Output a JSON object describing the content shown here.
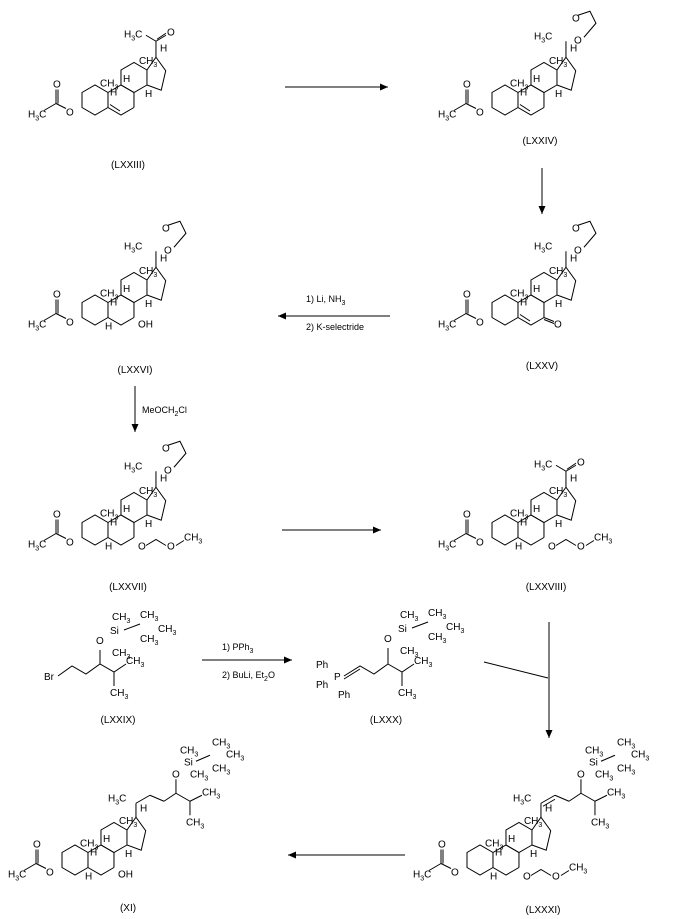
{
  "compounds": {
    "LXXIII": "(LXXIII)",
    "LXXIV": "(LXXIV)",
    "LXXV": "(LXXV)",
    "LXXVI": "(LXXVI)",
    "LXXVII": "(LXXVII)",
    "LXXVIII": "(LXXVIII)",
    "LXXIX": "(LXXIX)",
    "LXXX": "(LXXX)",
    "LXXXI": "(LXXXI)",
    "XI": "(XI)"
  },
  "conditions": {
    "li_nh3": "1) Li, NH",
    "li_nh3_sub": "3",
    "kselectride": "2) K-selectride",
    "meoch2cl_a": "MeOCH",
    "meoch2cl_sub": "2",
    "meoch2cl_b": "Cl",
    "pph3_a": "1) PPh",
    "pph3_sub": "3",
    "buli_a": "2) BuLi, Et",
    "buli_sub": "2",
    "buli_b": "O"
  },
  "atoms": {
    "O": "O",
    "H": "H",
    "OH": "OH",
    "Br": "Br",
    "Si": "Si",
    "P": "P",
    "Ph": "Ph",
    "CH": "CH",
    "three": "3",
    "H3C_H": "H",
    "H3C_C": "C"
  }
}
